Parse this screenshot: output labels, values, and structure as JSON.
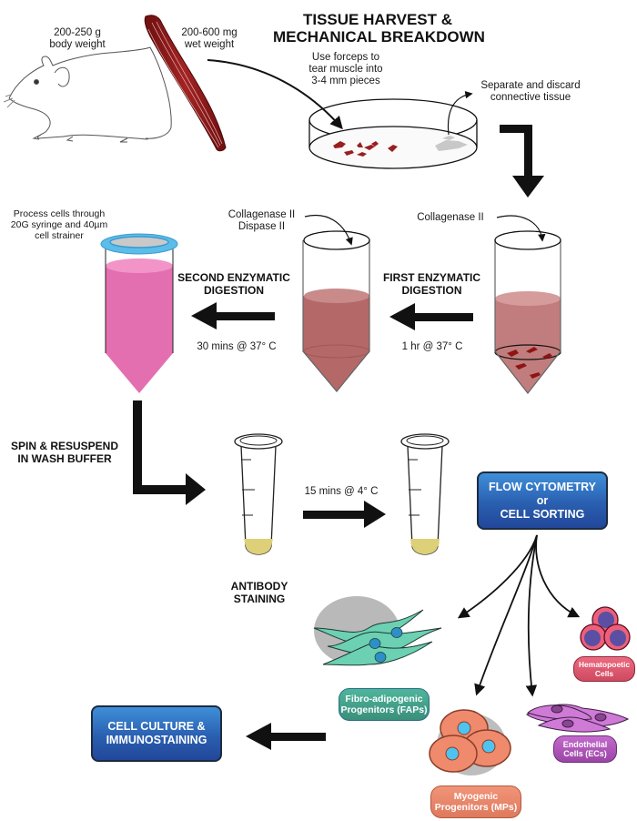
{
  "title": {
    "line1": "TISSUE HARVEST &",
    "line2": "MECHANICAL BREAKDOWN"
  },
  "harvest": {
    "body_weight": {
      "line1": "200-250 g",
      "line2": "body weight"
    },
    "muscle_weight": {
      "line1": "200-600 mg",
      "line2": "wet weight"
    },
    "forceps_note": {
      "line1": "Use forceps to",
      "line2": "tear muscle into",
      "line3": "3-4 mm pieces"
    },
    "connective_note": {
      "line1": "Separate and discard",
      "line2": "connective tissue"
    }
  },
  "first_digestion": {
    "reagent": "Collagenase II",
    "label": {
      "line1": "FIRST ENZYMATIC",
      "line2": "DIGESTION"
    },
    "condition": "1 hr @ 37° C"
  },
  "second_digestion": {
    "reagent": {
      "line1": "Collagenase II",
      "line2": "Dispase II"
    },
    "label": {
      "line1": "SECOND ENZYMATIC",
      "line2": "DIGESTION"
    },
    "condition": "30 mins @ 37° C"
  },
  "strainer": {
    "line1": "Process cells through",
    "line2": "20G syringe and 40µm",
    "line3": "cell strainer"
  },
  "spin": {
    "line1": "SPIN & RESUSPEND",
    "line2": "IN WASH BUFFER"
  },
  "staining": {
    "label": {
      "line1": "ANTIBODY",
      "line2": "STAINING"
    },
    "condition": "15 mins @ 4° C"
  },
  "flow_box": {
    "line1": "FLOW CYTOMETRY",
    "line2": "or",
    "line3": "CELL SORTING"
  },
  "culture_box": {
    "line1": "CELL CULTURE &",
    "line2": "IMMUNOSTAINING"
  },
  "cell_types": [
    {
      "line1": "Fibro-adipogenic",
      "line2": "Progenitors (FAPs)",
      "color": "#3f9c86"
    },
    {
      "line1": "Myogenic",
      "line2": "Progenitors (MPs)",
      "color": "#e27d63"
    },
    {
      "line1": "Endothelial",
      "line2": "Cells (ECs)",
      "color": "#a750b0"
    },
    {
      "line1": "Hematopoetic",
      "line2": "Cells",
      "color": "#d5465e"
    }
  ],
  "colors": {
    "muscle": "#8c1a1a",
    "tissue_pieces": "#9a1f1f",
    "digest_fluid": "#b86b6b",
    "pink_fluid": "#e46fb0",
    "strainer_ring": "#5bbde8",
    "antibody_fluid": "#ddd078",
    "flow_box": "#2a5fb0"
  }
}
